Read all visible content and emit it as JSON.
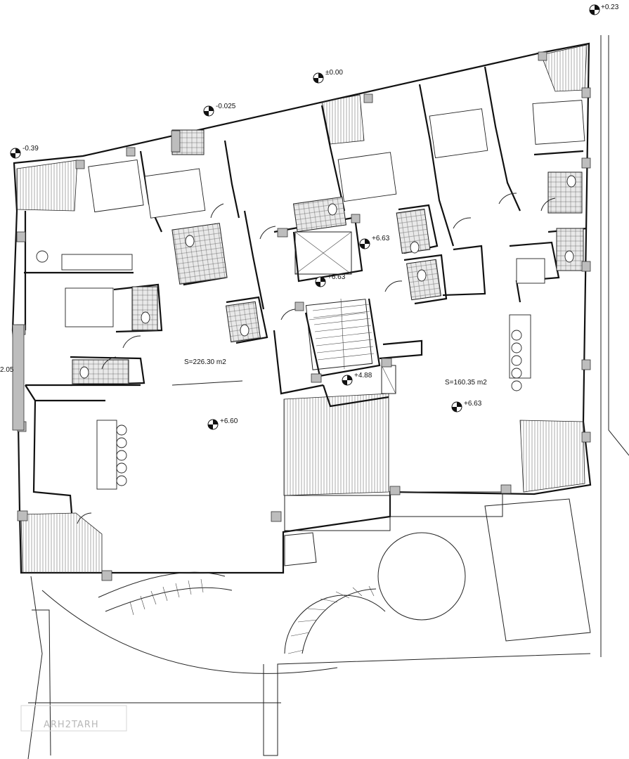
{
  "level_markers": [
    {
      "label": "+0.23"
    },
    {
      "label": "±0.00"
    },
    {
      "label": "-0.025"
    },
    {
      "label": "-0.39"
    },
    {
      "label": "+6.63"
    },
    {
      "label": "+6.63"
    },
    {
      "label": "+4.88"
    },
    {
      "label": "+6.63"
    },
    {
      "label": "+6.60"
    },
    {
      "label": "2.05"
    }
  ],
  "areas": {
    "left": "S=226.30 m2",
    "right": "S=160.35 m2"
  },
  "watermark": {
    "text": "ARH2TARH"
  }
}
